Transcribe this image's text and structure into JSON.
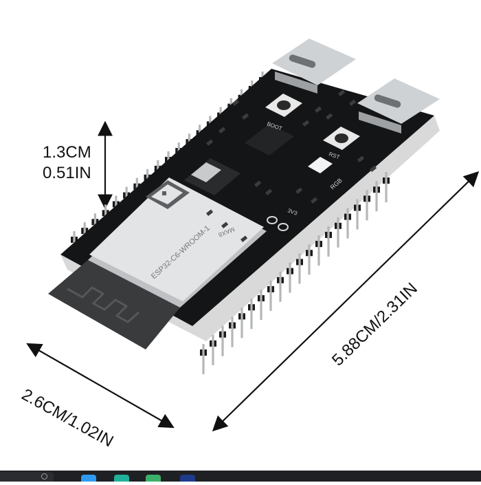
{
  "dimensions": {
    "height": {
      "cm": "1.3CM",
      "inch": "0.51IN"
    },
    "width": "2.6CM/1.02IN",
    "length": "5.88CM/2.31IN"
  },
  "board": {
    "module_marking": "ESP32-C6-WROOM-1",
    "module_subtext": "MAX8",
    "silkscreen_labels": [
      "RGB",
      "BOOT",
      "RST",
      "3V3"
    ],
    "colors": {
      "pcb": "#141516",
      "module_shield": "#e3e4e6",
      "antenna": "#3a3b3d",
      "pins": "#b4b6b8",
      "usb": "#cfd2d5"
    }
  },
  "taskbar": {
    "icons": [
      "search-icon",
      "store-icon",
      "edge-icon",
      "chat-icon",
      "terminal-icon"
    ],
    "colors": {
      "bg": "#1f2023"
    }
  }
}
